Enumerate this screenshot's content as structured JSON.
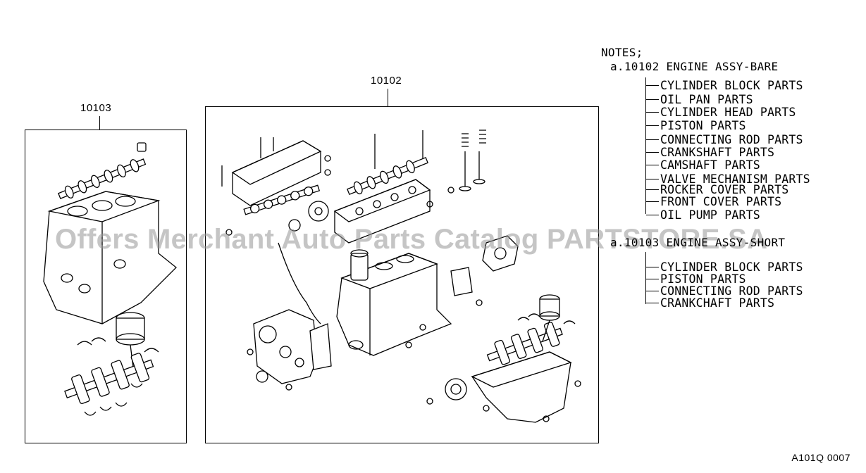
{
  "callouts": {
    "short_block": "10103",
    "bare_engine": "10102"
  },
  "notes": {
    "heading": "NOTES;",
    "group_a": {
      "title": "a.10102 ENGINE ASSY-BARE",
      "items": [
        "CYLINDER BLOCK PARTS",
        "OIL PAN PARTS",
        "CYLINDER HEAD PARTS",
        "PISTON PARTS",
        "CONNECTING ROD PARTS",
        "CRANKSHAFT PARTS",
        "CAMSHAFT PARTS",
        "VALVE MECHANISM PARTS",
        "ROCKER COVER PARTS",
        "FRONT COVER PARTS",
        "OIL PUMP PARTS"
      ]
    },
    "group_b": {
      "title": "a.10103 ENGINE ASSY-SHORT",
      "items": [
        "CYLINDER BLOCK PARTS",
        "PISTON PARTS",
        "CONNECTING ROD PARTS",
        "CRANKCHAFT PARTS"
      ]
    }
  },
  "watermark": "Offers Merchant Auto Parts Catalog PARTSTORE.SA",
  "reference_code": "A101Q 0007"
}
